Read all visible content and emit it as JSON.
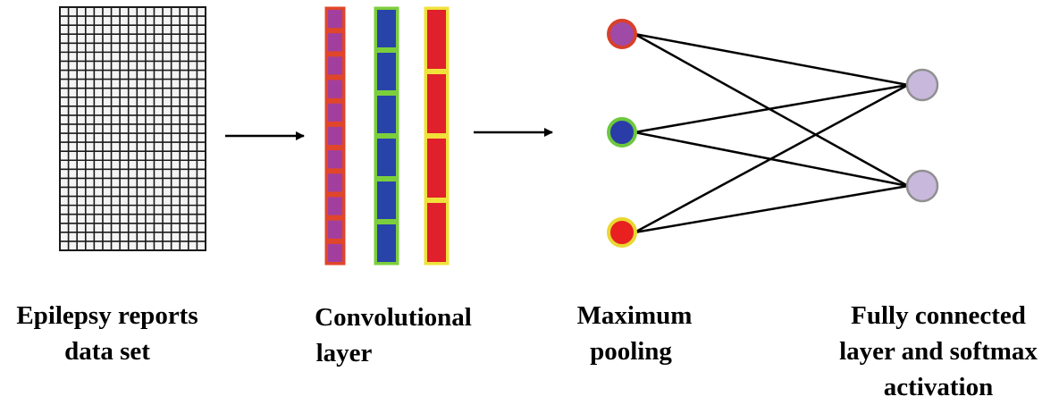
{
  "labels": {
    "dataset": {
      "line1": "Epilepsy reports",
      "line2": "data set"
    },
    "conv": {
      "line1": "Convolutional",
      "line2": "layer"
    },
    "pool": {
      "line1": "Maximum",
      "line2": "pooling"
    },
    "fc": {
      "line1": "Fully connected",
      "line2": "layer and softmax",
      "line3": "activation"
    }
  },
  "colors": {
    "grid_line": "#1a1a1a",
    "grid_bg": "#f4f4f4",
    "conv1_fill": "#a23f9e",
    "conv1_border": "#e0462a",
    "conv2_fill": "#2844a8",
    "conv2_border": "#7ccf3c",
    "conv3_fill": "#e0202a",
    "conv3_border": "#f0e23a",
    "pool1_fill": "#a04aa8",
    "pool1_border": "#d8402a",
    "pool2_fill": "#2a3ca8",
    "pool2_border": "#6cc83c",
    "pool3_fill": "#e82020",
    "pool3_border": "#e8d830",
    "fc_fill": "#c8b8dc",
    "fc_border": "#909090",
    "edge": "#000000"
  }
}
